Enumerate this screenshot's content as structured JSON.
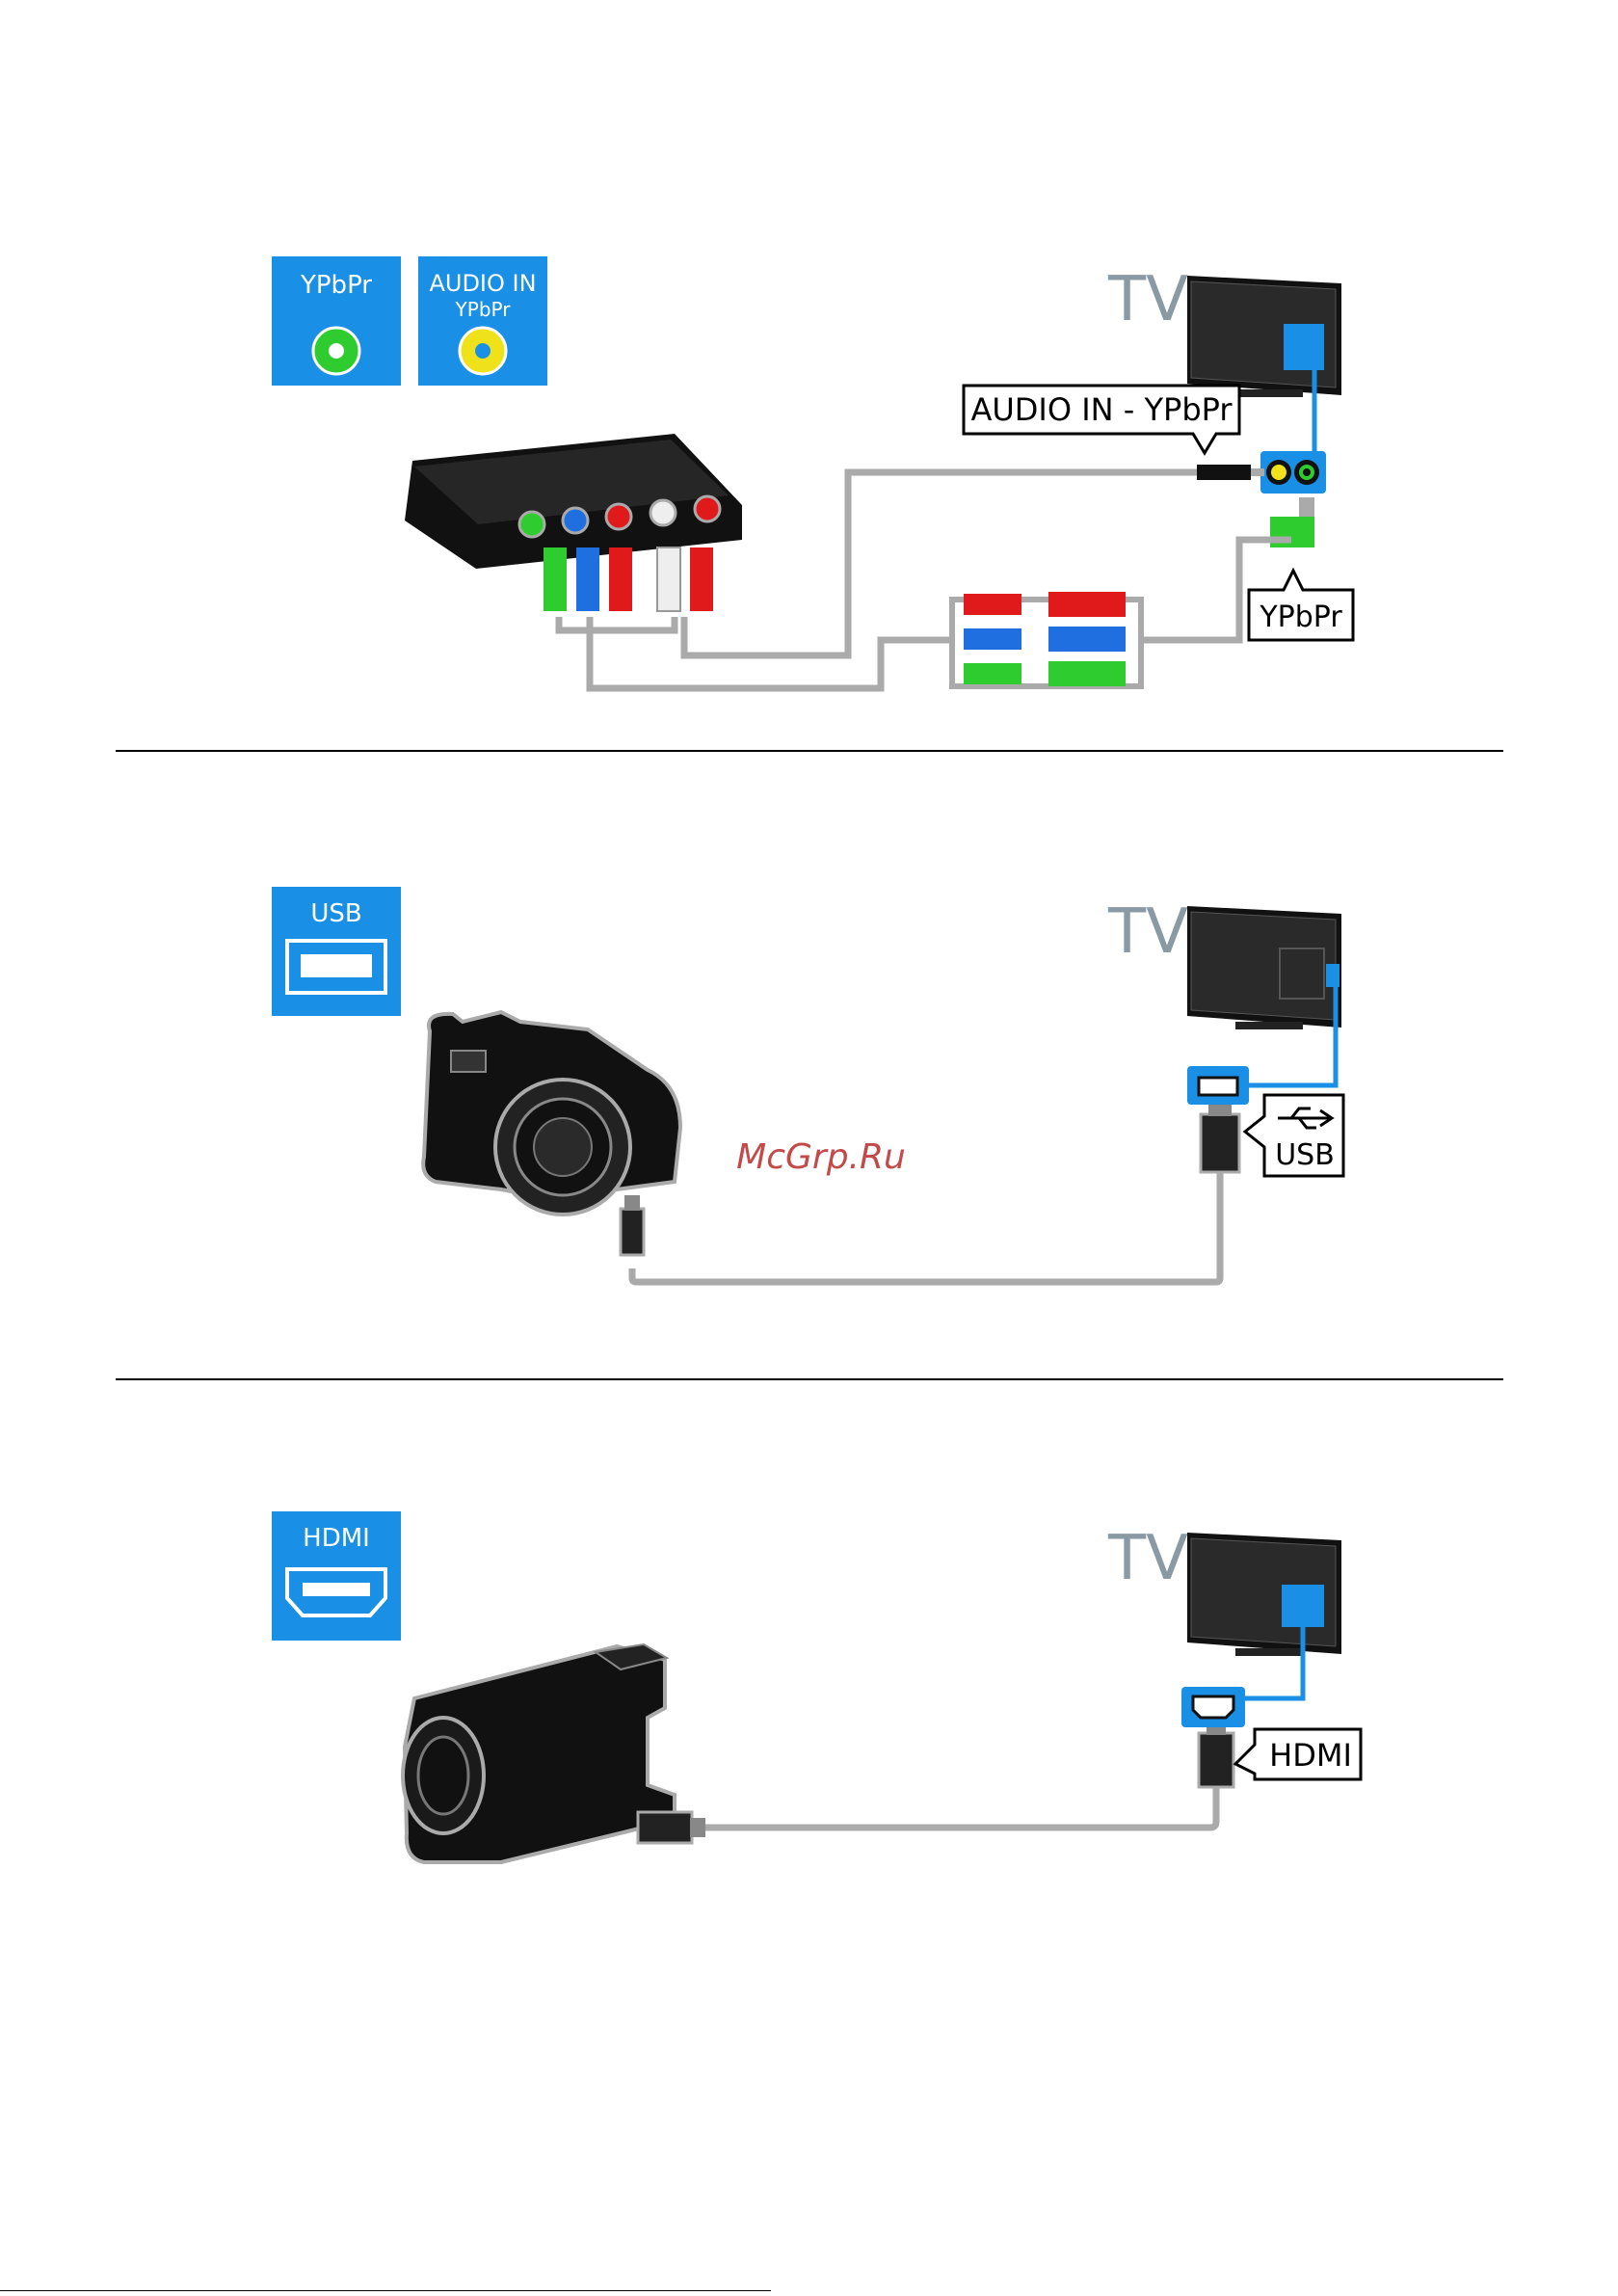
{
  "watermark": "McGrp.Ru",
  "colors": {
    "philips_blue": "#1a8fe6",
    "cable_gray": "#aaaaaa",
    "green": "#2ecc2e",
    "yellow": "#f0e21a",
    "red": "#e01a1a",
    "blue": "#1f6fe0",
    "title_gray": "#8a9aa4"
  },
  "panels": {
    "ypbpr": {
      "badge1_label": "YPbPr",
      "badge2_line1": "AUDIO IN",
      "badge2_line2": "YPbPr",
      "tv_label": "TV",
      "callout_audio": "AUDIO IN - YPbPr",
      "callout_video": "YPbPr"
    },
    "usb": {
      "badge_label": "USB",
      "tv_label": "TV",
      "callout": "USB"
    },
    "hdmi": {
      "badge_label": "HDMI",
      "tv_label": "TV",
      "callout": "HDMI"
    }
  }
}
